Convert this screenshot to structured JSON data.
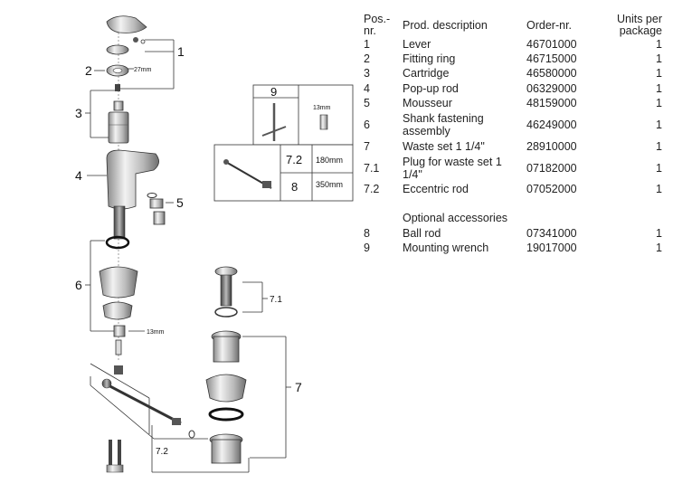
{
  "diagram": {
    "callouts": {
      "1": "1",
      "2": "2",
      "3": "3",
      "4": "4",
      "5": "5",
      "6": "6",
      "7": "7",
      "7_1": "7.1",
      "7_2": "7.2"
    },
    "dims": {
      "ring": "27mm",
      "shank": "13mm",
      "wrench": "13mm"
    },
    "inset_wrench_number": "9",
    "inset_rods": {
      "row1": {
        "pos": "7.2",
        "length": "180mm"
      },
      "row2": {
        "pos": "8",
        "length": "350mm"
      }
    }
  },
  "table": {
    "headers": {
      "pos": "Pos.-\nnr.",
      "desc": "Prod. description",
      "order": "Order-nr.",
      "units": "Units per\npackage"
    },
    "rows": [
      {
        "pos": "1",
        "desc": "Lever",
        "order": "46701000",
        "units": "1"
      },
      {
        "pos": "2",
        "desc": "Fitting ring",
        "order": "46715000",
        "units": "1"
      },
      {
        "pos": "3",
        "desc": "Cartridge",
        "order": "46580000",
        "units": "1"
      },
      {
        "pos": "4",
        "desc": "Pop-up rod",
        "order": "06329000",
        "units": "1"
      },
      {
        "pos": "5",
        "desc": "Mousseur",
        "order": "48159000",
        "units": "1"
      },
      {
        "pos": "6",
        "desc": "Shank fastening\nassembly",
        "order": "46249000",
        "units": "1"
      },
      {
        "pos": "7",
        "desc": "Waste set 1 1/4\"",
        "order": "28910000",
        "units": "1"
      },
      {
        "pos": "7.1",
        "desc": "Plug for waste set 1\n1/4\"",
        "order": "07182000",
        "units": "1"
      },
      {
        "pos": "7.2",
        "desc": "Eccentric rod",
        "order": "07052000",
        "units": "1"
      }
    ],
    "optional_heading": "Optional accessories",
    "optional_rows": [
      {
        "pos": "8",
        "desc": "Ball rod",
        "order": "07341000",
        "units": "1"
      },
      {
        "pos": "9",
        "desc": "Mounting wrench",
        "order": "19017000",
        "units": "1"
      }
    ]
  }
}
